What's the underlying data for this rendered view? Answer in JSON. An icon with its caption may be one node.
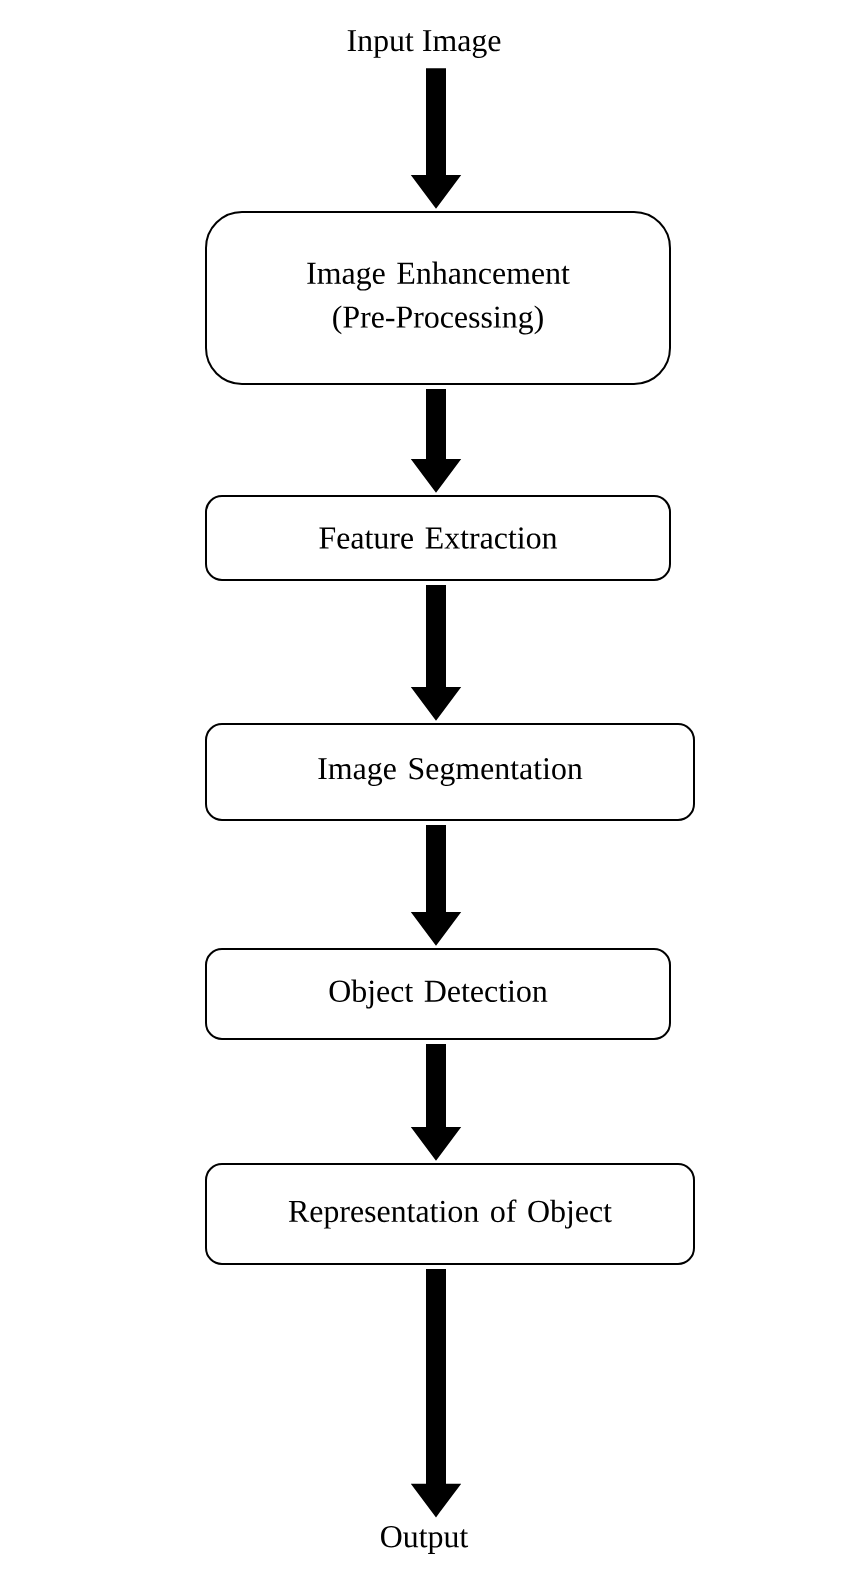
{
  "diagram": {
    "nodes": [
      {
        "text": [
          "Input Image"
        ]
      },
      {
        "text": [
          "Image Enhancement (Pre-Processing)"
        ]
      },
      {
        "text": [
          "Feature Extraction"
        ]
      },
      {
        "text": [
          "Image Segmentation"
        ]
      },
      {
        "text": [
          "Object Detection"
        ]
      },
      {
        "text": [
          "Representation of Object"
        ]
      },
      {
        "text": [
          "Output"
        ]
      }
    ],
    "edges": [
      {
        "from": 0,
        "to": 1,
        "arrow": "to"
      },
      {
        "from": 1,
        "to": 2,
        "arrow": "to"
      },
      {
        "from": 2,
        "to": 3,
        "arrow": "to"
      },
      {
        "from": 3,
        "to": 4,
        "arrow": "to"
      },
      {
        "from": 4,
        "to": 5,
        "arrow": "to"
      },
      {
        "from": 5,
        "to": 6,
        "arrow": "to"
      }
    ]
  }
}
